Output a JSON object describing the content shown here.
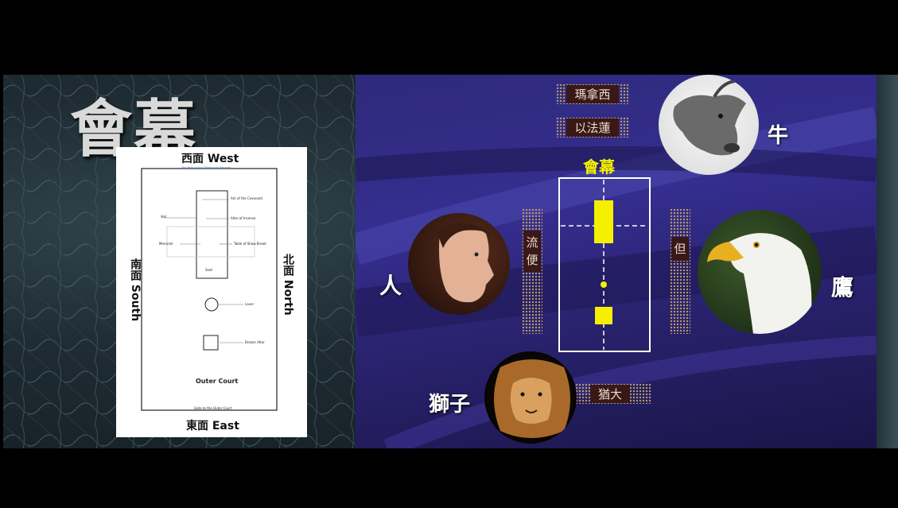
{
  "title": "會幕",
  "plan": {
    "west": "西面 West",
    "east": "東面 East",
    "south": "南面 South",
    "north": "北面 North",
    "holiest_caption": "The Holy of the Tabernacle Beneath",
    "labels": {
      "ark": "Ark of the Covenant",
      "incense": "Altar of Incense",
      "veil": "Veil",
      "menorah": "Menorah",
      "showbread": "Table of Show Bread",
      "seat": "Seat",
      "laver": "Laver",
      "brazen": "Brazen Altar",
      "court": "Outer Court",
      "gate": "Gate to the Outer Court"
    }
  },
  "diagram": {
    "top_label_1": "瑪拿西",
    "top_label_2": "以法蓮",
    "center_title": "會幕",
    "left_vertical": "流便",
    "right_vertical": "但",
    "bottom_label": "猶大",
    "animals": {
      "ox": "牛",
      "man": "人",
      "eagle": "鷹",
      "lion": "獅子"
    }
  },
  "colors": {
    "panel": "#352e90",
    "accent_yellow": "#f5f000",
    "dot_gold": "#b89a6a",
    "label_bg": "#3a1818"
  }
}
